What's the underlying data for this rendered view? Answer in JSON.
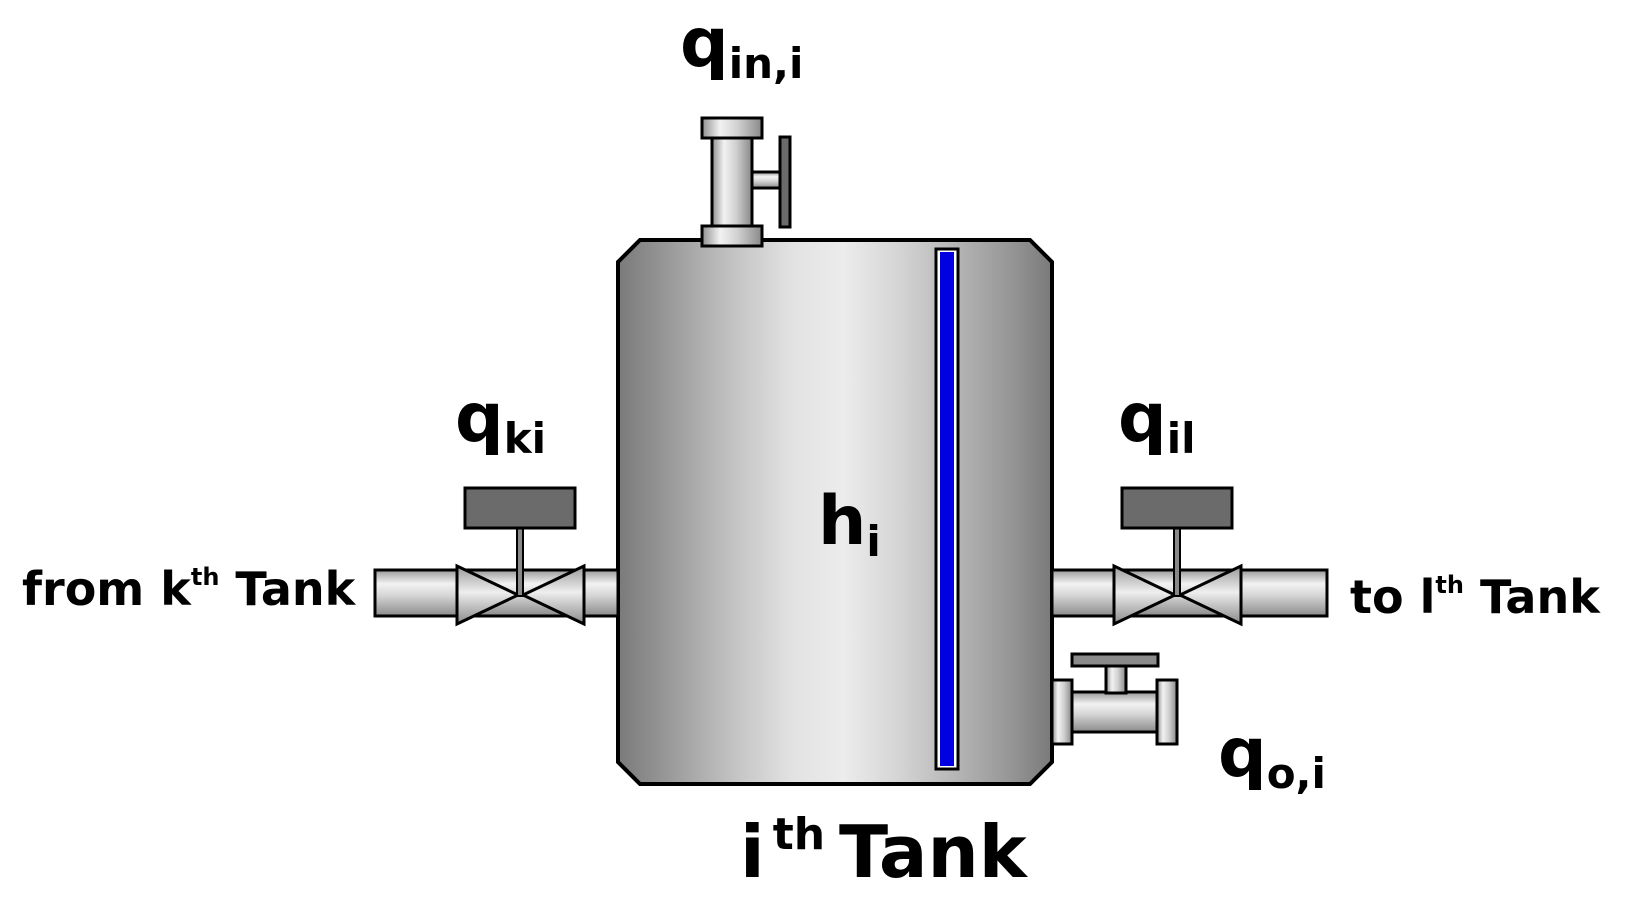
{
  "labels": {
    "q_in": {
      "main": "q",
      "sub": "in,i"
    },
    "q_ki": {
      "main": "q",
      "sub": "ki"
    },
    "q_il": {
      "main": "q",
      "sub": "il"
    },
    "q_o": {
      "main": "q",
      "sub": "o,i"
    },
    "h": {
      "main": "h",
      "sub": "i"
    },
    "from": {
      "pre": "from k",
      "sup": "th",
      "post": " Tank"
    },
    "to": {
      "pre": "to l",
      "sup": "th",
      "post": " Tank"
    },
    "title": {
      "pre": "i",
      "sup": "th",
      "post": "Tank"
    }
  },
  "colors": {
    "level_indicator": "#0000e0",
    "valve_actuator": "#6b6b6b",
    "tank_outline": "#000000"
  }
}
